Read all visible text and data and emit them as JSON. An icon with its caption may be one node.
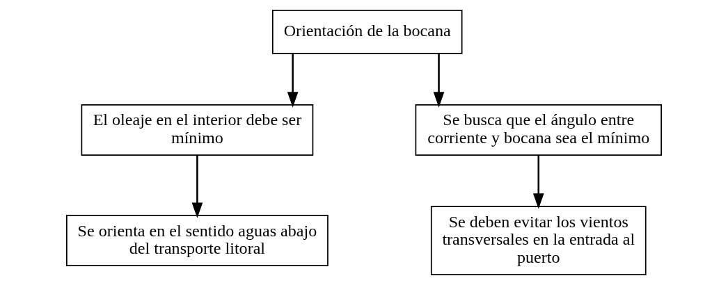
{
  "diagram": {
    "nodes": [
      {
        "text": [
          "Orientación de la bocana"
        ]
      },
      {
        "text": [
          "El oleaje en el interior debe ser mínimo"
        ]
      },
      {
        "text": [
          "Se busca que el ángulo entre corriente y bocana sea el mínimo"
        ]
      },
      {
        "text": [
          "Se orienta en el sentido aguas abajo del transporte litoral"
        ]
      },
      {
        "text": [
          "Se deben evitar los vientos transversales en la entrada al puerto"
        ]
      }
    ],
    "edges": [
      {
        "from": 0,
        "to": 1,
        "arrow": "to"
      },
      {
        "from": 0,
        "to": 2,
        "arrow": "to"
      },
      {
        "from": 1,
        "to": 3,
        "arrow": "to"
      },
      {
        "from": 2,
        "to": 4,
        "arrow": "to"
      }
    ]
  }
}
